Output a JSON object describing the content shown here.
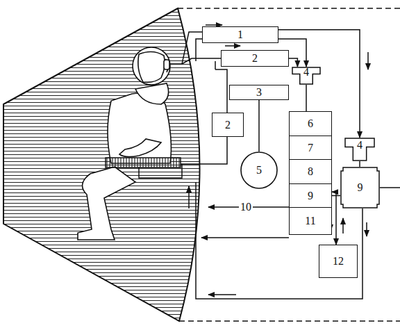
{
  "diagram": {
    "nodes": [
      {
        "text": [
          "1"
        ]
      },
      {
        "text": [
          "2"
        ]
      },
      {
        "text": [
          "3"
        ]
      },
      {
        "text": [
          "2"
        ]
      },
      {
        "text": [
          "4"
        ]
      },
      {
        "text": [
          "5"
        ]
      },
      {
        "text": [
          "6"
        ]
      },
      {
        "text": [
          "7"
        ]
      },
      {
        "text": [
          "8"
        ]
      },
      {
        "text": [
          "9"
        ]
      },
      {
        "text": [
          "11"
        ]
      },
      {
        "text": [
          "4"
        ]
      },
      {
        "text": [
          "9"
        ]
      },
      {
        "text": [
          "12"
        ]
      }
    ],
    "edges": [
      {
        "from": 0,
        "to": 4,
        "arrow": "to"
      },
      {
        "from": 1,
        "to": 4,
        "arrow": "to"
      },
      {
        "from": 4,
        "to": 6,
        "arrow": "none"
      },
      {
        "from": 2,
        "to": 5,
        "arrow": "none"
      },
      {
        "from": 9,
        "to": 12,
        "arrow": "none"
      },
      {
        "from": 11,
        "to": 12,
        "arrow": "none"
      },
      {
        "from": 9,
        "to": 13,
        "arrow": "both"
      },
      {
        "from": 0,
        "to": 11,
        "arrow": "to"
      }
    ],
    "labels": [
      "10"
    ]
  }
}
